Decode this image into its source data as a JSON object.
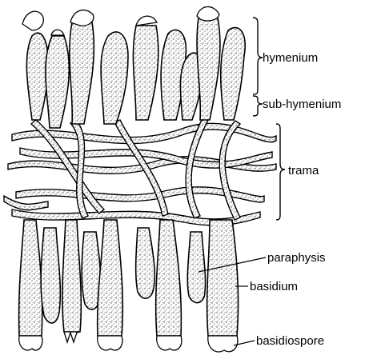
{
  "labels": {
    "hymenium": "hymenium",
    "sub_hymenium": "sub-hymenium",
    "trama": "trama",
    "paraphysis": "paraphysis",
    "basidium": "basidium",
    "basidiospore": "basidiospore"
  }
}
